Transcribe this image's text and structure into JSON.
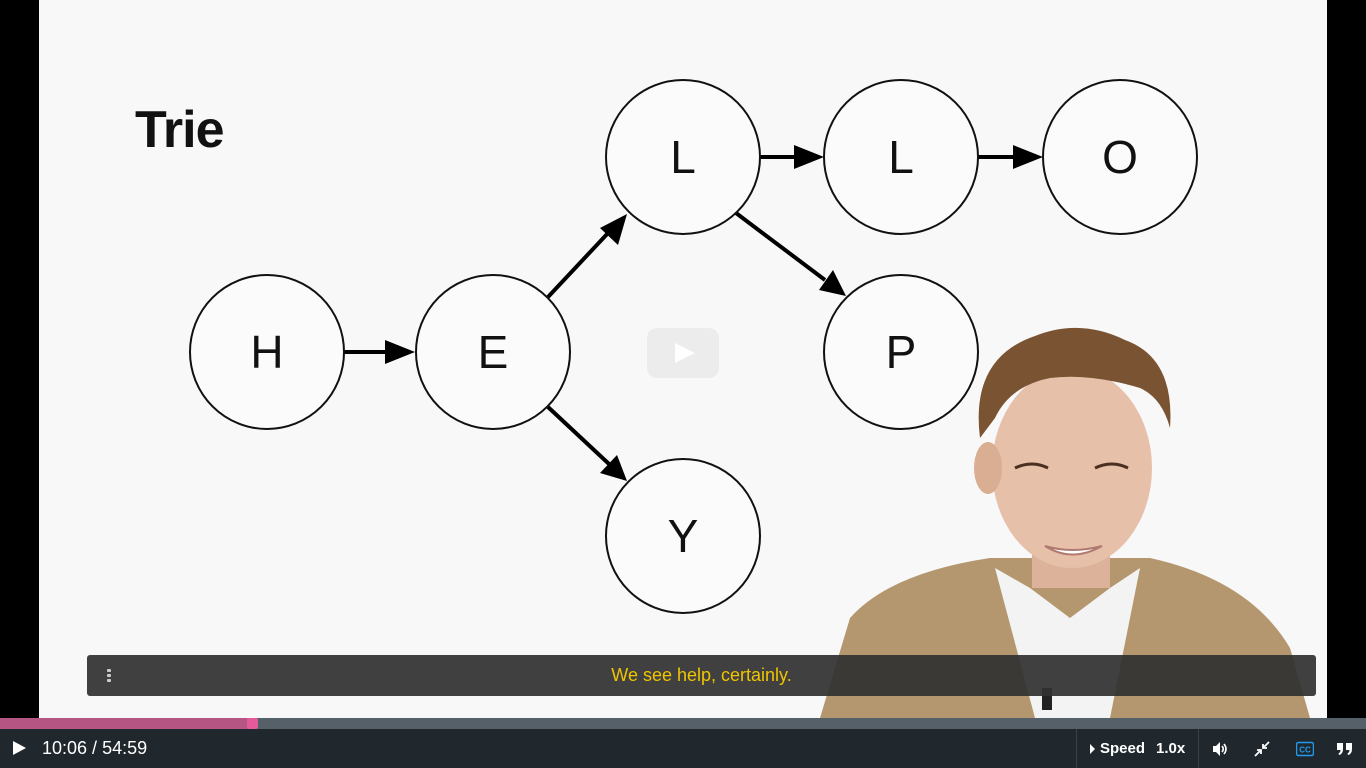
{
  "slide": {
    "title": "Trie",
    "nodes": [
      "H",
      "E",
      "L",
      "L",
      "O",
      "P",
      "Y"
    ]
  },
  "caption": {
    "text": "We see help, certainly."
  },
  "player": {
    "current_time": "10:06",
    "separator": " / ",
    "duration": "54:59",
    "progress_fraction": 0.184,
    "speed_label": "Speed",
    "speed_value": "1.0x"
  },
  "colors": {
    "progress_played": "#b45583",
    "progress_handle": "#e55a9b",
    "caption_text": "#f0c400",
    "cc_active": "#1e9bf0",
    "controls_bg": "#20282e"
  },
  "icons": [
    "play-icon",
    "speed-caret-icon",
    "volume-icon",
    "exit-fullscreen-icon",
    "closed-captions-icon",
    "transcript-quote-icon",
    "caption-grip-icon",
    "youtube-play-icon"
  ]
}
